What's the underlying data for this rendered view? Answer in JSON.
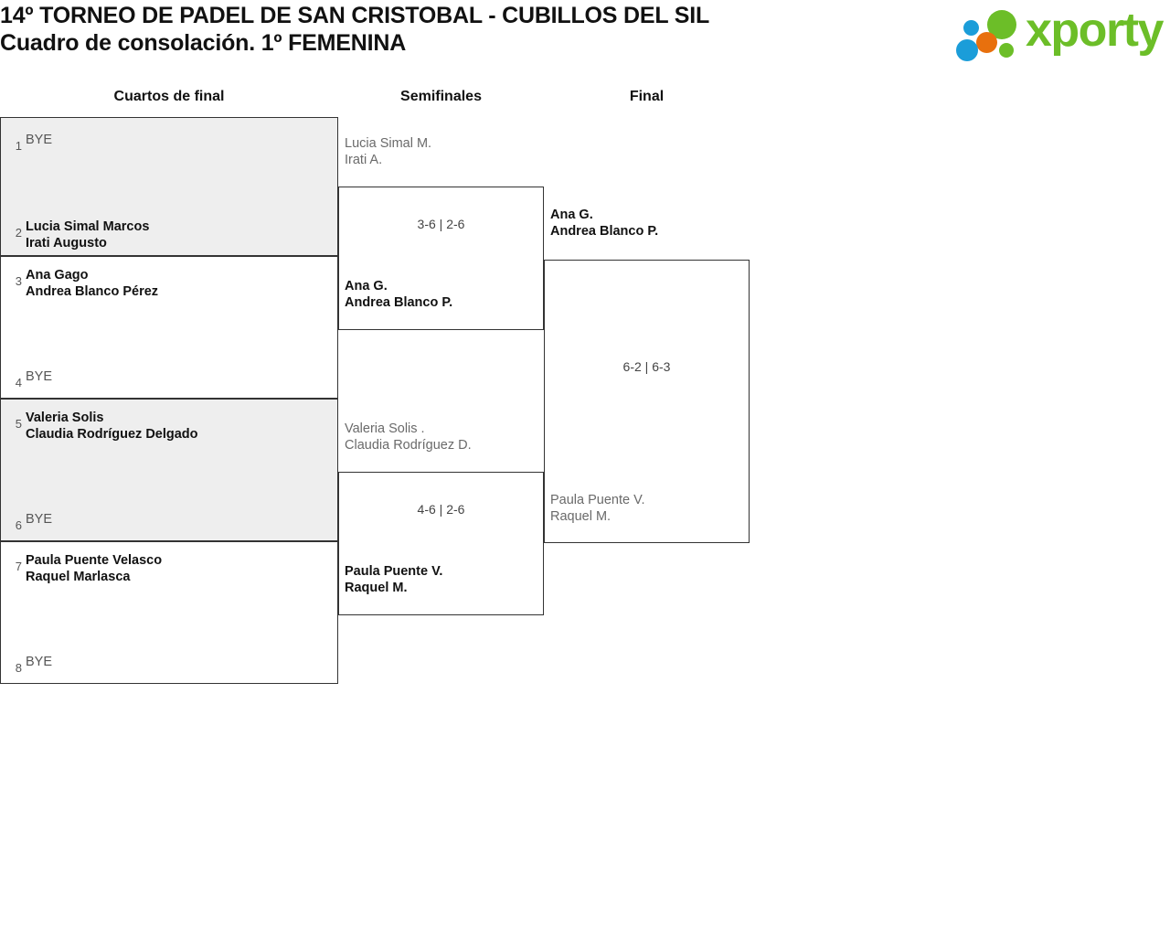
{
  "header": {
    "title_line1": "14º TORNEO DE PADEL DE SAN CRISTOBAL - CUBILLOS DEL SIL",
    "title_line2": "Cuadro de consolación. 1º FEMENINA",
    "brand": "xporty"
  },
  "rounds": [
    {
      "label": "Cuartos de final"
    },
    {
      "label": "Semifinales"
    },
    {
      "label": "Final"
    }
  ],
  "colors": {
    "shaded_row": "#eeeeee",
    "border": "#333333",
    "winner_text": "#111111",
    "loser_text": "#6a6a6a",
    "seed_text": "#555555",
    "brand_green": "#6cbe28",
    "brand_blue": "#1b9dd9",
    "brand_orange": "#e8700d"
  },
  "quarterfinals": [
    {
      "seed": "1",
      "line1": "BYE",
      "line2": "",
      "state": "bye"
    },
    {
      "seed": "2",
      "line1": "Lucia Simal Marcos",
      "line2": "Irati Augusto",
      "state": "winner"
    },
    {
      "seed": "3",
      "line1": "Ana Gago",
      "line2": "Andrea Blanco Pérez",
      "state": "winner"
    },
    {
      "seed": "4",
      "line1": "BYE",
      "line2": "",
      "state": "bye"
    },
    {
      "seed": "5",
      "line1": "Valeria Solis",
      "line2": "Claudia Rodríguez Delgado",
      "state": "winner"
    },
    {
      "seed": "6",
      "line1": "BYE",
      "line2": "",
      "state": "bye"
    },
    {
      "seed": "7",
      "line1": "Paula Puente Velasco",
      "line2": "Raquel Marlasca",
      "state": "winner"
    },
    {
      "seed": "8",
      "line1": "BYE",
      "line2": "",
      "state": "bye"
    }
  ],
  "semifinals": [
    {
      "score": "3-6 | 2-6",
      "top": {
        "line1": "Lucia Simal M.",
        "line2": "Irati A.",
        "state": "loser"
      },
      "bottom": {
        "line1": "Ana G.",
        "line2": "Andrea Blanco P.",
        "state": "winner"
      }
    },
    {
      "score": "4-6 | 2-6",
      "top": {
        "line1": "Valeria Solis .",
        "line2": "Claudia Rodríguez D.",
        "state": "loser"
      },
      "bottom": {
        "line1": "Paula Puente V.",
        "line2": "Raquel M.",
        "state": "winner"
      }
    }
  ],
  "final": {
    "score": "6-2 | 6-3",
    "top": {
      "line1": "Ana G.",
      "line2": "Andrea Blanco P.",
      "state": "winner"
    },
    "bottom": {
      "line1": "Paula Puente V.",
      "line2": "Raquel M.",
      "state": "loser"
    }
  }
}
